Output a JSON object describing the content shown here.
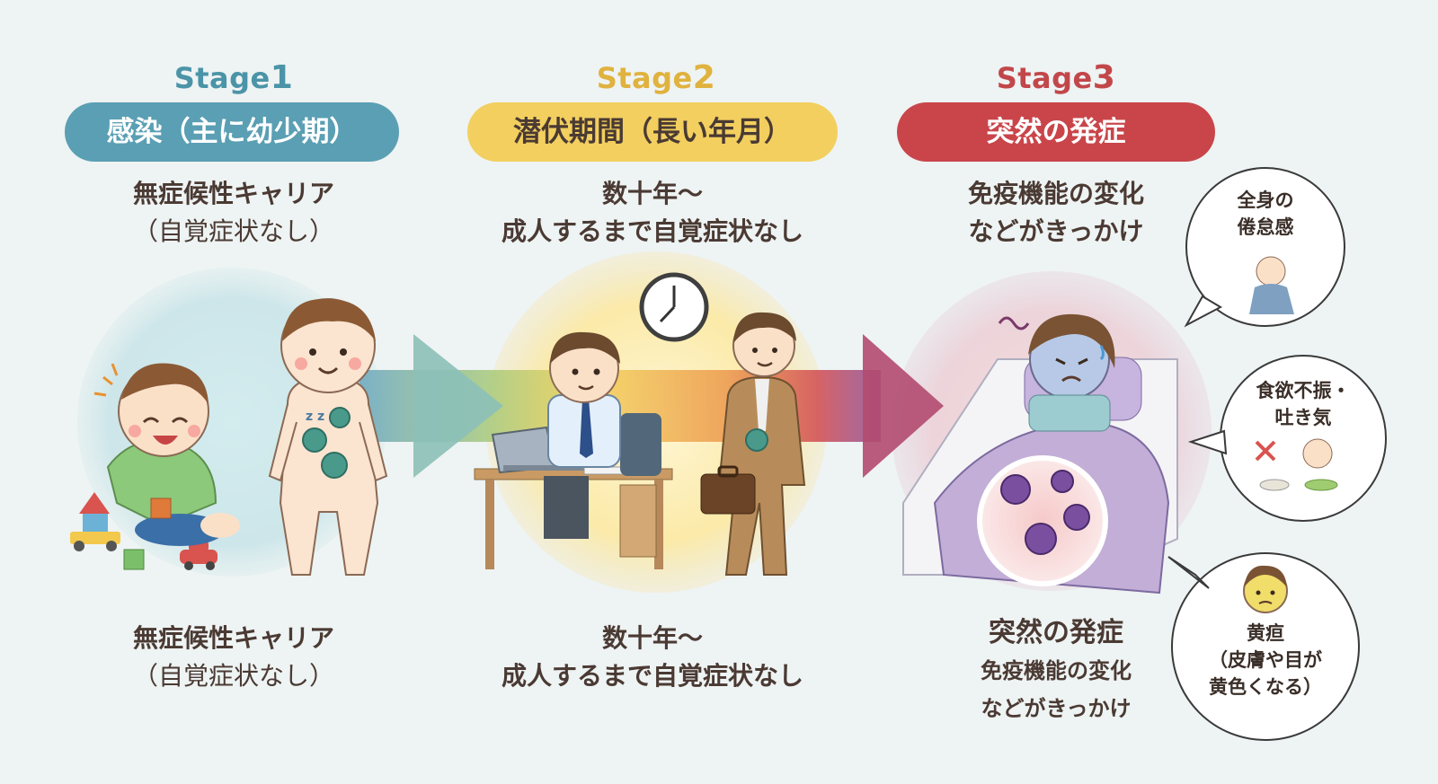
{
  "stages": [
    {
      "stage_word": "Stage",
      "stage_num": "1",
      "pill": "感染（主に幼少期）",
      "top_line1": "無症候性キャリア",
      "top_line2": "（自覚症状なし）",
      "bottom_line1": "無症候性キャリア",
      "bottom_line2": "（自覚症状なし）",
      "color": "#4b94a8",
      "pill_color": "#5a9fb3",
      "pill_text_color": "#ffffff"
    },
    {
      "stage_word": "Stage",
      "stage_num": "2",
      "pill": "潜伏期間（長い年月）",
      "top_line1": "数十年〜",
      "top_line2": "成人するまで自覚症状なし",
      "bottom_line1": "数十年〜",
      "bottom_line2": "成人するまで自覚症状なし",
      "color": "#e0b23e",
      "pill_color": "#f2cf5f",
      "pill_text_color": "#4a3a33"
    },
    {
      "stage_word": "Stage",
      "stage_num": "3",
      "pill": "突然の発症",
      "top_line1": "免疫機能の変化",
      "top_line2": "などがきっかけ",
      "bottom_title": "突然の発症",
      "bottom_line1": "免疫機能の変化",
      "bottom_line2": "などがきっかけ",
      "color": "#c2474a",
      "pill_color": "#c9454a",
      "pill_text_color": "#ffffff"
    }
  ],
  "symptoms": [
    {
      "line1": "全身の",
      "line2": "倦怠感",
      "line3": "",
      "icon": "fatigue-icon"
    },
    {
      "line1": "食欲不振・",
      "line2": "吐き気",
      "line3": "",
      "icon": "nausea-icon"
    },
    {
      "line1": "黄疸",
      "line2": "（皮膚や目が",
      "line3": "黄色くなる）",
      "icon": "jaundice-icon"
    }
  ]
}
